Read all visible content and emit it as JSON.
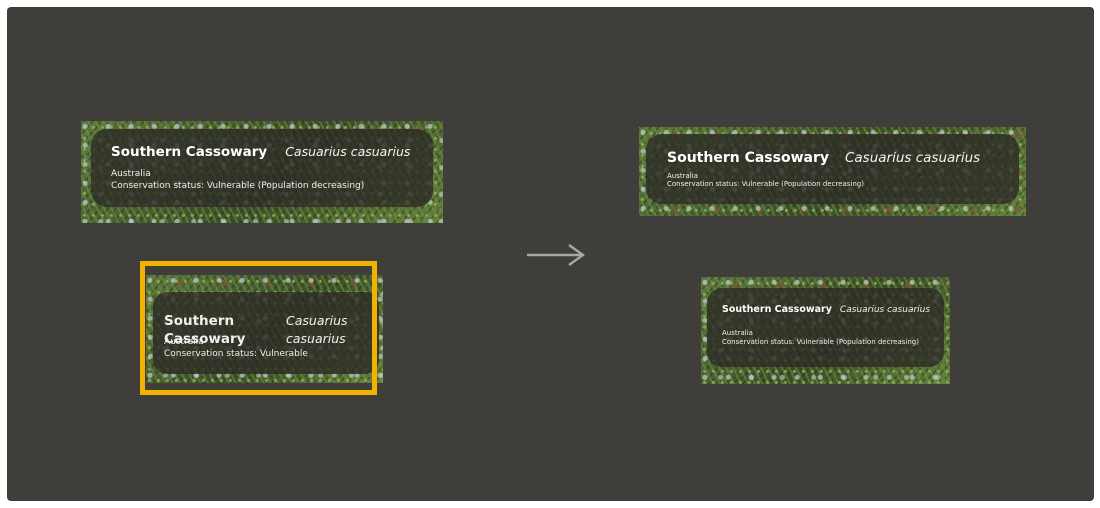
{
  "banners": [
    {
      "id": "wide-original",
      "common_name": "Southern Cassowary",
      "scientific_name": "Casuarius casuarius",
      "region": "Australia",
      "status": "Conservation status: Vulnerable (Population decreasing)"
    },
    {
      "id": "narrow-broken",
      "common_name_line1": "Southern",
      "common_name_line2": "Cassowary",
      "scientific_name_line1": "Casuarius",
      "scientific_name_line2": "casuarius",
      "region": "Australia",
      "status": "Conservation status: Vulnerable"
    },
    {
      "id": "wide-fixed",
      "common_name": "Southern Cassowary",
      "scientific_name": "Casuarius casuarius",
      "region": "Australia",
      "status": "Conservation status: Vulnerable (Population decreasing)"
    },
    {
      "id": "narrow-fixed",
      "common_name": "Southern Cassowary",
      "scientific_name": "Casuarius casuarius",
      "region": "Australia",
      "status": "Conservation status: Vulnerable (Population decreasing)"
    }
  ],
  "colors": {
    "canvas": "#403e3a",
    "highlight": "#f3b100",
    "arrow": "#a9a7a2",
    "card_overlay": "#2c2a25"
  },
  "icons": {
    "arrow": "arrow-right-icon"
  }
}
